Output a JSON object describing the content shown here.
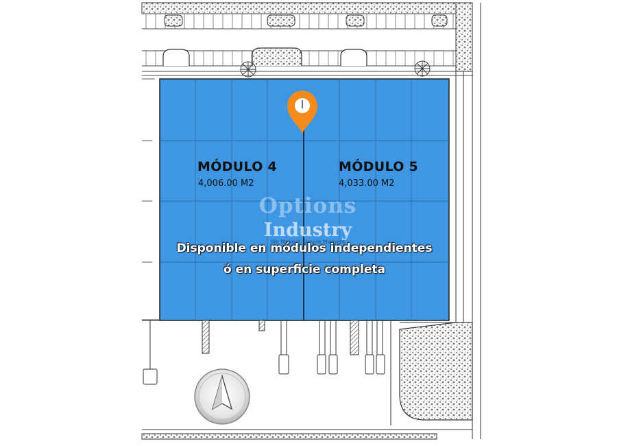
{
  "modules": [
    {
      "title": "MÓDULO 4",
      "area": "4,006.00 M2"
    },
    {
      "title": "MÓDULO 5",
      "area": "4,033.00 M2"
    }
  ],
  "availability": {
    "line1": "Disponible en módulos independientes",
    "line2": "ó en superficie completa"
  },
  "watermark": {
    "brand1": "Options",
    "brand2": "Industry",
    "tagline": "We Make It Simple Moment"
  },
  "icons": [
    "location-pin-icon",
    "compass-logo-icon",
    "tree-icon"
  ],
  "colors": {
    "module_fill": "#3f96e2",
    "pin": "#f28b1b",
    "line": "#2a2a2a",
    "hatch": "#9a9a9a"
  }
}
